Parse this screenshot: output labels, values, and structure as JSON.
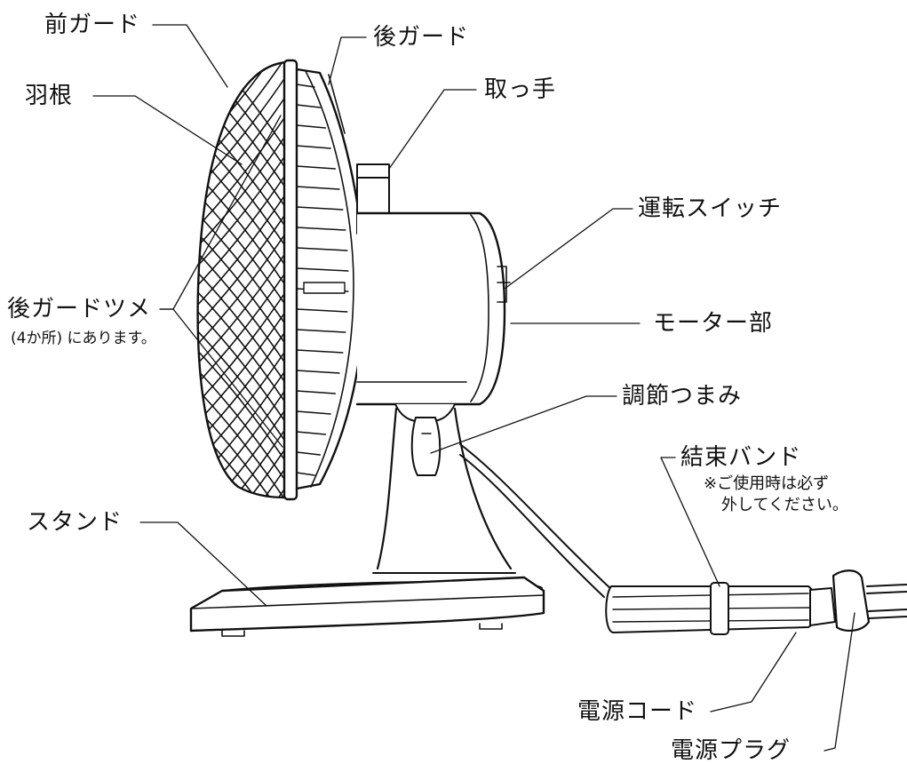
{
  "labels": {
    "front_guard": "前ガード",
    "rear_guard": "後ガード",
    "blade": "羽根",
    "handle": "取っ手",
    "run_switch": "運転スイッチ",
    "rear_guard_claw": "後ガードツメ",
    "rear_guard_claw_note": "(4か所) にあります。",
    "motor": "モーター部",
    "adjust_knob": "調節つまみ",
    "binding_band": "結束バンド",
    "binding_band_note_1": "※ご使用時は必ず",
    "binding_band_note_2": "外してください。",
    "stand": "スタンド",
    "power_cord": "電源コード",
    "power_plug": "電源プラグ"
  },
  "colors": {
    "line": "#111111",
    "background": "#ffffff"
  }
}
